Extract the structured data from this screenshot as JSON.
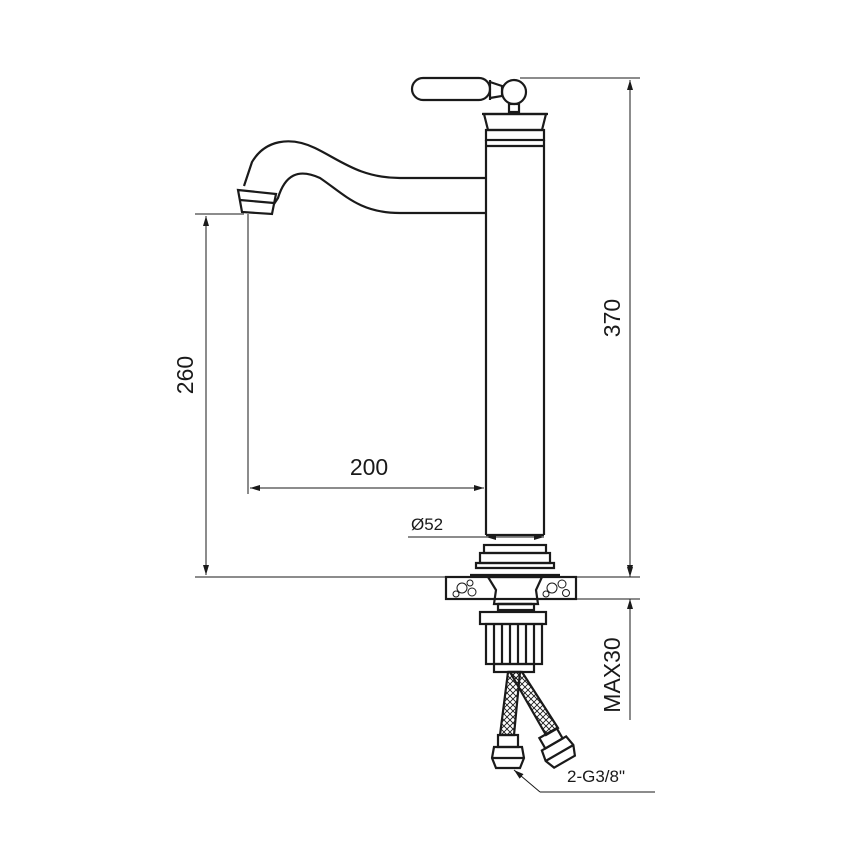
{
  "drawing": {
    "colors": {
      "ink": "#1a1a1a",
      "background": "#ffffff"
    },
    "dimensions": {
      "spout_height": "260",
      "total_height": "370",
      "spout_reach": "200",
      "body_diameter": "Ø52",
      "max_counter_thickness": "MAX30",
      "connection_thread": "2-G3/8\""
    }
  }
}
